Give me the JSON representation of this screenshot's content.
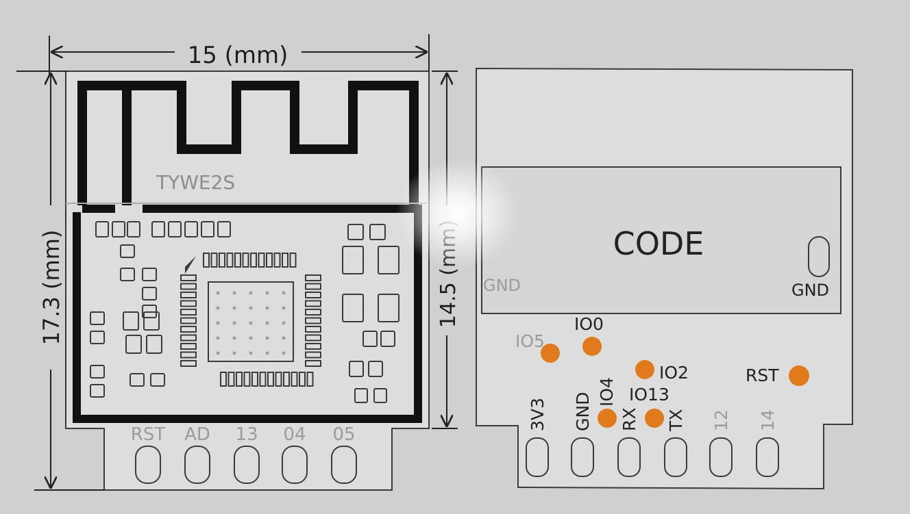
{
  "left_module": {
    "width_dimension": "15 (mm)",
    "height_dimension": "17.3 (mm)",
    "antenna_height_dimension": "14.5 (mm)",
    "module_name": "TYWE2S",
    "pin_labels": [
      "RST",
      "AD",
      "13",
      "04",
      "05"
    ]
  },
  "right_module": {
    "code_label": "CODE",
    "gnd_left": "GND",
    "gnd_right": "GND",
    "test_points": [
      "IO5",
      "IO0",
      "IO2",
      "RST",
      "IO4",
      "IO13",
      "RX",
      "TX"
    ],
    "pin_labels": [
      "3V3",
      "GND",
      "IO4",
      "RX",
      "TX",
      "12",
      "14"
    ]
  },
  "colors": {
    "background": "#cfd0d0",
    "board": "#dcdddc",
    "trace": "#111111",
    "pad": "#e07a1c"
  }
}
